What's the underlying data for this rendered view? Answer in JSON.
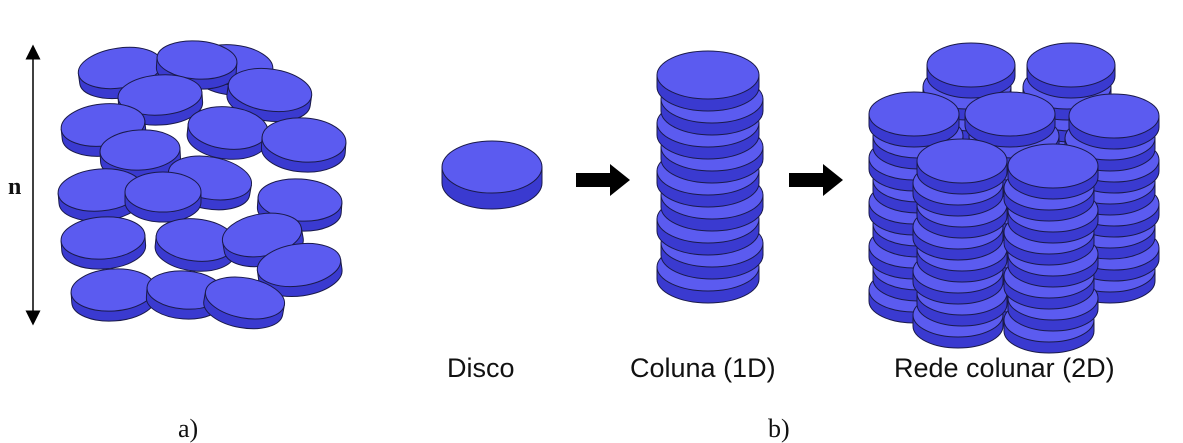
{
  "labels": {
    "axis_n": "n",
    "disc": "Disco",
    "column": "Coluna (1D)",
    "network": "Rede colunar (2D)",
    "part_a": "a)",
    "part_b": "b)"
  },
  "colors": {
    "disc_top": "#5b5bf0",
    "disc_side": "#3a3ad0",
    "disc_outline": "#1a1a4a",
    "arrow": "#000000"
  },
  "icons": {
    "arrow_1": "right-arrow-icon",
    "arrow_2": "right-arrow-icon",
    "axis": "double-headed-vertical-arrow-icon"
  }
}
